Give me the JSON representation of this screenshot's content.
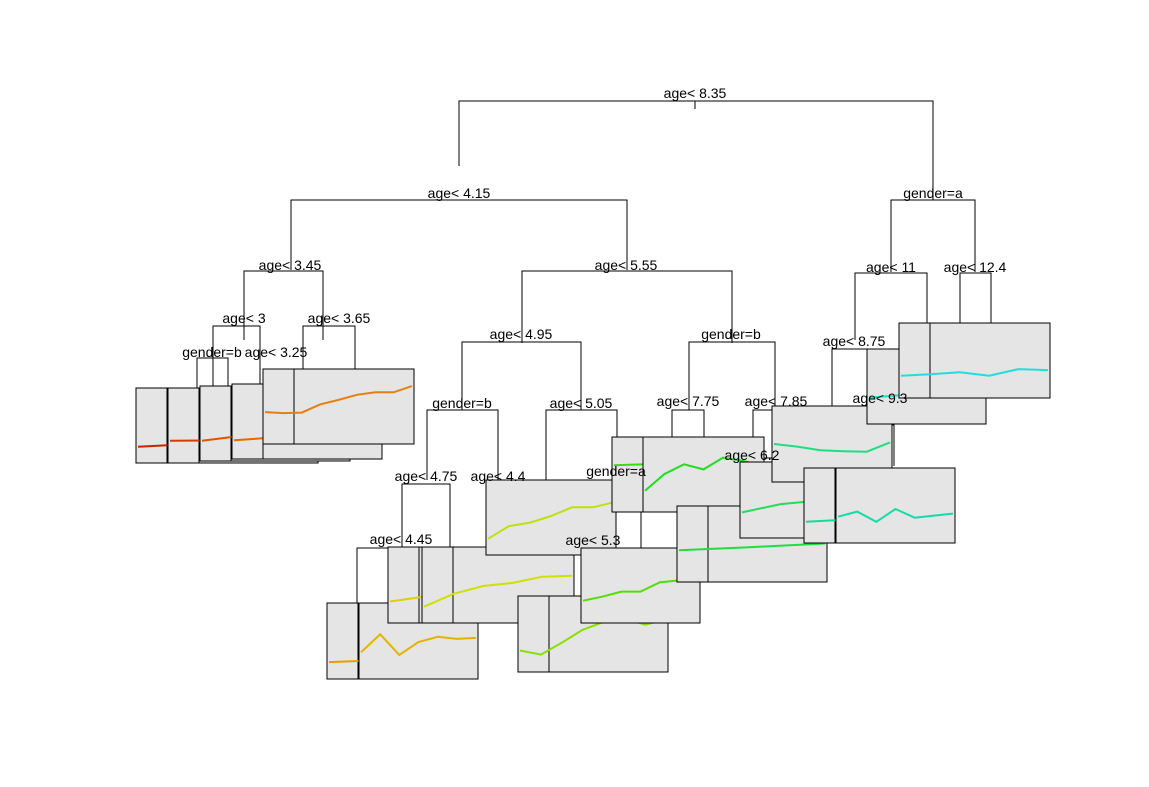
{
  "diagram": {
    "type": "regression-tree-with-terminal-node-plots",
    "line_color": "#000000",
    "panel_fill": "#e5e5e5",
    "split_labels": {
      "root": "age< 8.35",
      "l": "age< 4.15",
      "r": "gender=a",
      "ll": "age< 3.45",
      "lr": "age< 5.55",
      "rl": "age< 11",
      "rr": "age< 12.4",
      "lll": "age< 3",
      "llr": "age< 3.65",
      "lllr": "gender=b",
      "lllr2": "age< 3.25",
      "lrl": "age< 4.95",
      "lrr": "gender=b",
      "rll": "age< 8.75",
      "rll2": "age< 9.3",
      "lrll": "gender=b",
      "lrlr": "age< 5.05",
      "lrrl": "age< 7.75",
      "lrrr": "age< 7.85",
      "lrlll": "age< 4.75",
      "lrllr": "age< 4.4",
      "lrlrl": "gender=a",
      "lrlrr": "age< 6.2",
      "lrllll": "age< 4.45",
      "lrlrll": "age< 5.3"
    },
    "node_series": [
      {
        "id": "n1",
        "color": "#cc2200",
        "values": [
          2.0,
          3.5
        ]
      },
      {
        "id": "n2",
        "color": "#d63a00",
        "values": [
          3.2,
          3.4
        ]
      },
      {
        "id": "n3",
        "color": "#dd5500",
        "values": [
          2.8,
          6.4
        ]
      },
      {
        "id": "n4",
        "color": "#e06a00",
        "values": [
          2.5,
          4.5
        ]
      },
      {
        "id": "n5",
        "color": "#e58010",
        "values": [
          5.1,
          4.9,
          5.0,
          6.6,
          7.5,
          8.5,
          9.0,
          9.0,
          10.2
        ]
      },
      {
        "id": "n6",
        "color": "#e5a000",
        "values": [
          2.1,
          3.2
        ]
      },
      {
        "id": "n7",
        "color": "#e5b200",
        "values": [
          4.0,
          7.5,
          3.5,
          6.0,
          7.0,
          6.6,
          6.8
        ]
      },
      {
        "id": "n8",
        "color": "#e0d000",
        "values": [
          3.0,
          7.0
        ]
      },
      {
        "id": "n9",
        "color": "#d0e000",
        "values": [
          2.0,
          4.5,
          6.0,
          6.6,
          7.8,
          8.0
        ]
      },
      {
        "id": "n10",
        "color": "#bfe010",
        "values": [
          2.0,
          4.5,
          5.2,
          6.5,
          8.2,
          8.2,
          9.2
        ]
      },
      {
        "id": "n11",
        "color": "#88e000",
        "values": [
          3.0,
          2.2,
          4.5,
          7.0,
          8.5,
          9.2,
          8.0,
          9.0
        ]
      },
      {
        "id": "n12",
        "color": "#55dd00",
        "values": [
          3.2,
          4.0,
          5.0,
          5.0,
          6.8,
          7.2,
          8.6
        ]
      },
      {
        "id": "n13",
        "color": "#33dd10",
        "values": [
          8.0,
          9.0
        ]
      },
      {
        "id": "n14",
        "color": "#22dd20",
        "values": [
          3.0,
          6.3,
          8.2,
          7.2,
          9.5,
          8.9,
          8.0
        ]
      },
      {
        "id": "n15",
        "color": "#22dd40",
        "values": [
          5.0,
          5.6,
          6.3
        ]
      },
      {
        "id": "n16",
        "color": "#22dd55",
        "values": [
          3.8,
          5.4,
          6.1,
          7.0
        ]
      },
      {
        "id": "n17",
        "color": "#22dd80",
        "values": [
          6.2,
          5.7,
          5.0,
          4.8,
          4.7,
          6.5
        ]
      },
      {
        "id": "n18",
        "color": "#11dd99",
        "values": [
          3.0,
          4.5
        ]
      },
      {
        "id": "n19",
        "color": "#11ddaa",
        "values": [
          4.0,
          5.0,
          3.0,
          5.5,
          3.8,
          4.2,
          4.6
        ]
      },
      {
        "id": "n20",
        "color": "#22ddc8",
        "values": [
          4.0,
          4.6,
          6.1,
          6.9
        ]
      },
      {
        "id": "n21",
        "color": "#22dde0",
        "values": [
          3.2,
          3.5,
          3.9,
          3.2,
          4.5,
          4.3
        ]
      }
    ]
  }
}
